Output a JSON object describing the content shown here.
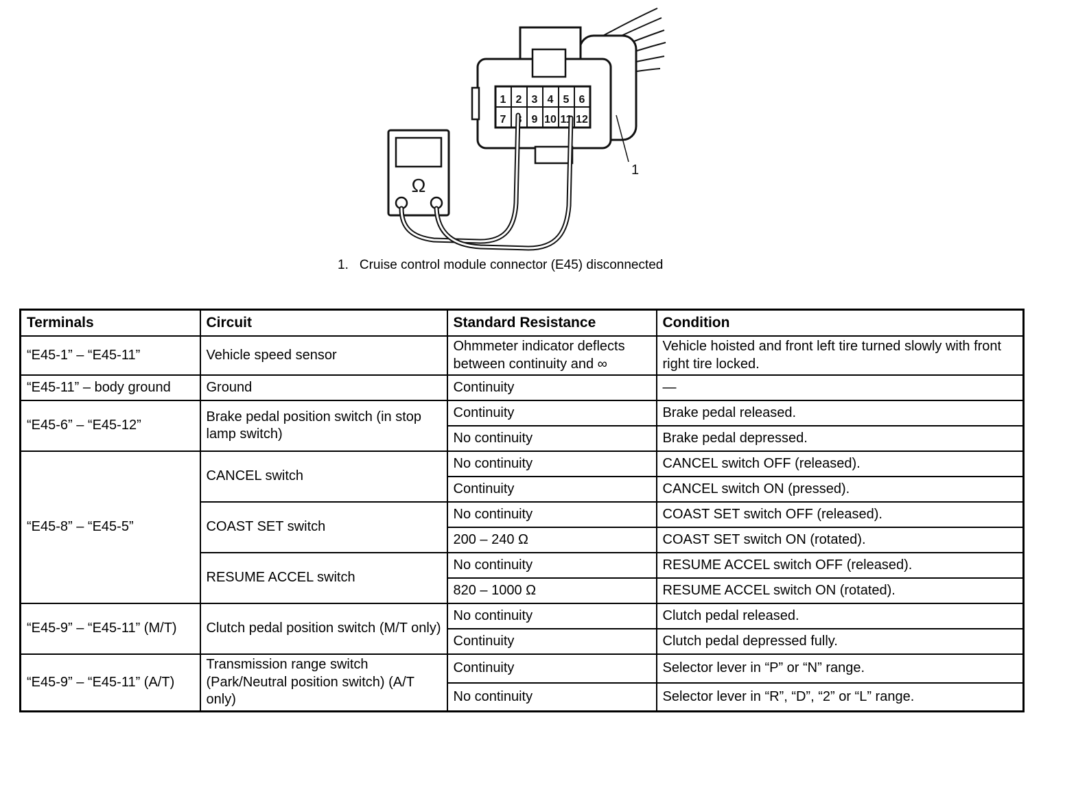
{
  "figure": {
    "pins_row1": [
      "1",
      "2",
      "3",
      "4",
      "5",
      "6"
    ],
    "pins_row2": [
      "7",
      "8",
      "9",
      "10",
      "11",
      "12"
    ],
    "meter_symbol": "Ω",
    "callout": "1",
    "caption_number": "1.",
    "caption": "Cruise control module connector (E45) disconnected"
  },
  "table": {
    "headers": [
      "Terminals",
      "Circuit",
      "Standard Resistance",
      "Condition"
    ],
    "groups": [
      {
        "terminals": "“E45-1” – “E45-11”",
        "circuits": [
          {
            "name": "Vehicle speed sensor",
            "rows": [
              {
                "resistance": "Ohmmeter indicator deflects between continuity and ∞",
                "condition": "Vehicle hoisted and front left tire turned slowly with front right tire locked."
              }
            ]
          }
        ]
      },
      {
        "terminals": "“E45-11” – body ground",
        "circuits": [
          {
            "name": "Ground",
            "rows": [
              {
                "resistance": "Continuity",
                "condition": "—"
              }
            ]
          }
        ]
      },
      {
        "terminals": "“E45-6” – “E45-12”",
        "circuits": [
          {
            "name": "Brake pedal position switch (in stop lamp switch)",
            "rows": [
              {
                "resistance": "Continuity",
                "condition": "Brake pedal released."
              },
              {
                "resistance": "No continuity",
                "condition": "Brake pedal depressed."
              }
            ]
          }
        ]
      },
      {
        "terminals": "“E45-8” – “E45-5”",
        "circuits": [
          {
            "name": "CANCEL switch",
            "rows": [
              {
                "resistance": "No continuity",
                "condition": "CANCEL switch OFF (released)."
              },
              {
                "resistance": "Continuity",
                "condition": "CANCEL switch ON (pressed)."
              }
            ]
          },
          {
            "name": "COAST SET switch",
            "rows": [
              {
                "resistance": "No continuity",
                "condition": "COAST SET switch OFF (released)."
              },
              {
                "resistance": "200 – 240 Ω",
                "condition": "COAST SET switch ON (rotated)."
              }
            ]
          },
          {
            "name": "RESUME ACCEL switch",
            "rows": [
              {
                "resistance": "No continuity",
                "condition": "RESUME ACCEL switch OFF (released)."
              },
              {
                "resistance": "820 – 1000 Ω",
                "condition": "RESUME ACCEL switch ON (rotated)."
              }
            ]
          }
        ]
      },
      {
        "terminals": "“E45-9” – “E45-11” (M/T)",
        "circuits": [
          {
            "name": "Clutch pedal position switch (M/T only)",
            "rows": [
              {
                "resistance": "No continuity",
                "condition": "Clutch pedal released."
              },
              {
                "resistance": "Continuity",
                "condition": "Clutch pedal depressed fully."
              }
            ]
          }
        ]
      },
      {
        "terminals": "“E45-9” – “E45-11” (A/T)",
        "circuits": [
          {
            "name": "Transmission range switch (Park/Neutral position switch) (A/T only)",
            "rows": [
              {
                "resistance": "Continuity",
                "condition": "Selector lever in “P” or “N” range."
              },
              {
                "resistance": "No continuity",
                "condition": "Selector lever in “R”, “D”, “2” or “L” range."
              }
            ]
          }
        ]
      }
    ]
  }
}
